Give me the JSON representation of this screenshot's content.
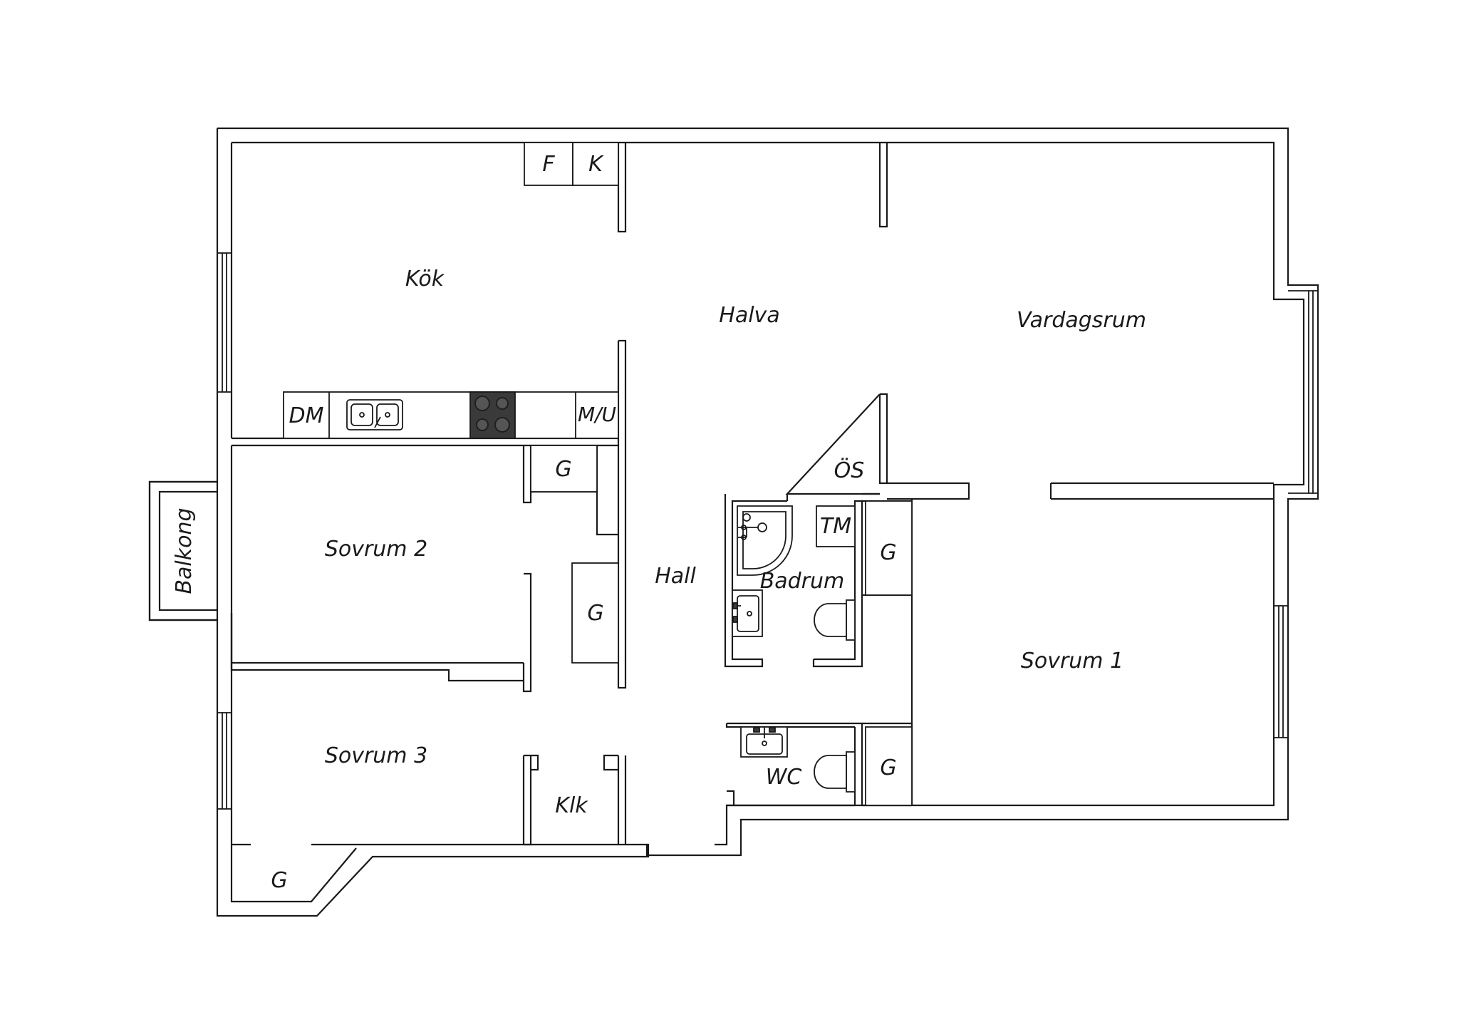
{
  "rooms": {
    "kok": "Kök",
    "halva": "Halva",
    "vardagsrum": "Vardagsrum",
    "sovrum2": "Sovrum 2",
    "hall": "Hall",
    "badrum": "Badrum",
    "sovrum1": "Sovrum 1",
    "sovrum3": "Sovrum 3",
    "klk": "Klk",
    "wc": "WC",
    "balkong": "Balkong"
  },
  "fixtures": {
    "fridge": "F",
    "freezer": "K",
    "dishwasher": "DM",
    "microwave_oven": "M/U",
    "wardrobe_sovrum2": "G",
    "wardrobe_hall": "G",
    "wardrobe_badrum_side": "G",
    "wardrobe_sovrum1": "G",
    "wardrobe_sovrum3": "G",
    "tumble_dryer": "TM",
    "overhead_storage": "ÖS"
  },
  "colors": {
    "line": "#1a1a1a",
    "background": "#ffffff",
    "stove": "#3a3a3a"
  }
}
